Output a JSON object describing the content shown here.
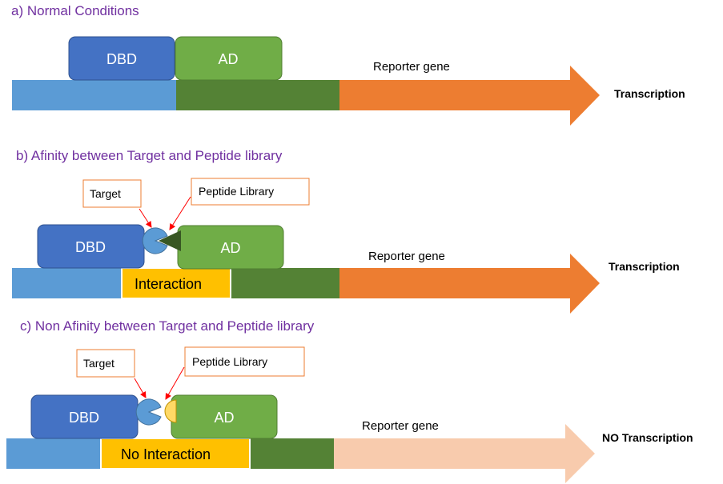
{
  "panels": [
    {
      "title": "a) Normal Conditions",
      "dbd_label": "DBD",
      "ad_label": "AD",
      "reporter_label": "Reporter gene",
      "result_label": "Transcription"
    },
    {
      "title": "b) Afinity between Target and Peptide library",
      "dbd_label": "DBD",
      "ad_label": "AD",
      "target_label": "Target",
      "peptide_label": "Peptide Library",
      "interaction_label": "Interaction",
      "reporter_label": "Reporter gene",
      "result_label": "Transcription"
    },
    {
      "title": "c) Non Afinity between Target and Peptide library",
      "dbd_label": "DBD",
      "ad_label": "AD",
      "target_label": "Target",
      "peptide_label": "Peptide Library",
      "interaction_label": "No Interaction",
      "reporter_label": "Reporter gene",
      "result_label": "NO Transcription"
    }
  ],
  "colors": {
    "title": "#7030a0",
    "dbd": "#4472c4",
    "ad": "#70ad47",
    "bar_blue": "#5b9bd5",
    "bar_green": "#548235",
    "arrow_active": "#ed7d31",
    "arrow_inactive": "#f8cbad",
    "interaction": "#ffc000",
    "callout_border": "#ed7d31",
    "pointer": "#ff0000",
    "peptide_wedge": "#385723",
    "peptide_half": "#ffd966"
  }
}
